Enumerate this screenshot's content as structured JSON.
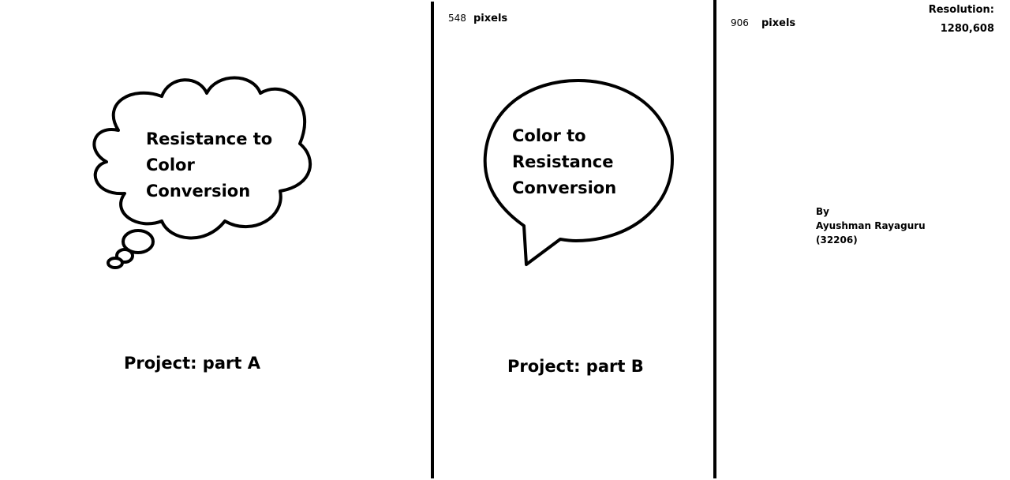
{
  "section_a": {
    "bubble_lines": [
      "Resistance to",
      "Color",
      "Conversion"
    ],
    "project_label": "Project: part A"
  },
  "section_b": {
    "bubble_lines": [
      "Color to",
      "Resistance",
      "Conversion"
    ],
    "project_label": "Project: part B"
  },
  "markers": {
    "first": {
      "value": "548",
      "unit": "pixels"
    },
    "second": {
      "value": "906",
      "unit": "pixels"
    }
  },
  "resolution": {
    "label": "Resolution:",
    "value": "1280,608"
  },
  "author": {
    "by": "By",
    "name": "Ayushman Rayaguru",
    "id": "(32206)"
  }
}
